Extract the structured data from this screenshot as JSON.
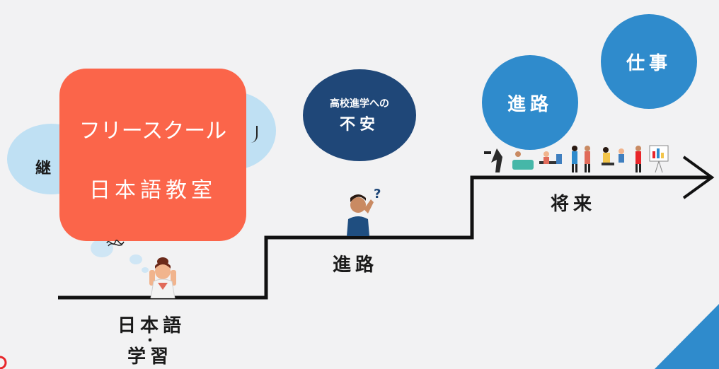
{
  "bubbles": {
    "shigoto": "仕事",
    "shinro_top": "進路",
    "anxiety_small": "高校進学への",
    "anxiety_big": "不安",
    "left_partial": "継"
  },
  "card": {
    "line1": "フリースクール",
    "line2": "日本語教室"
  },
  "steps": {
    "step1_line1": "日本語",
    "step1_dot": "・",
    "step1_line2": "学習",
    "step2": "進路",
    "step3": "将来"
  },
  "colors": {
    "bg": "#f2f2f3",
    "blue": "#2f8bcc",
    "navy": "#1f4778",
    "orange": "#fb654a",
    "light_blue": "#bfe0f3"
  }
}
